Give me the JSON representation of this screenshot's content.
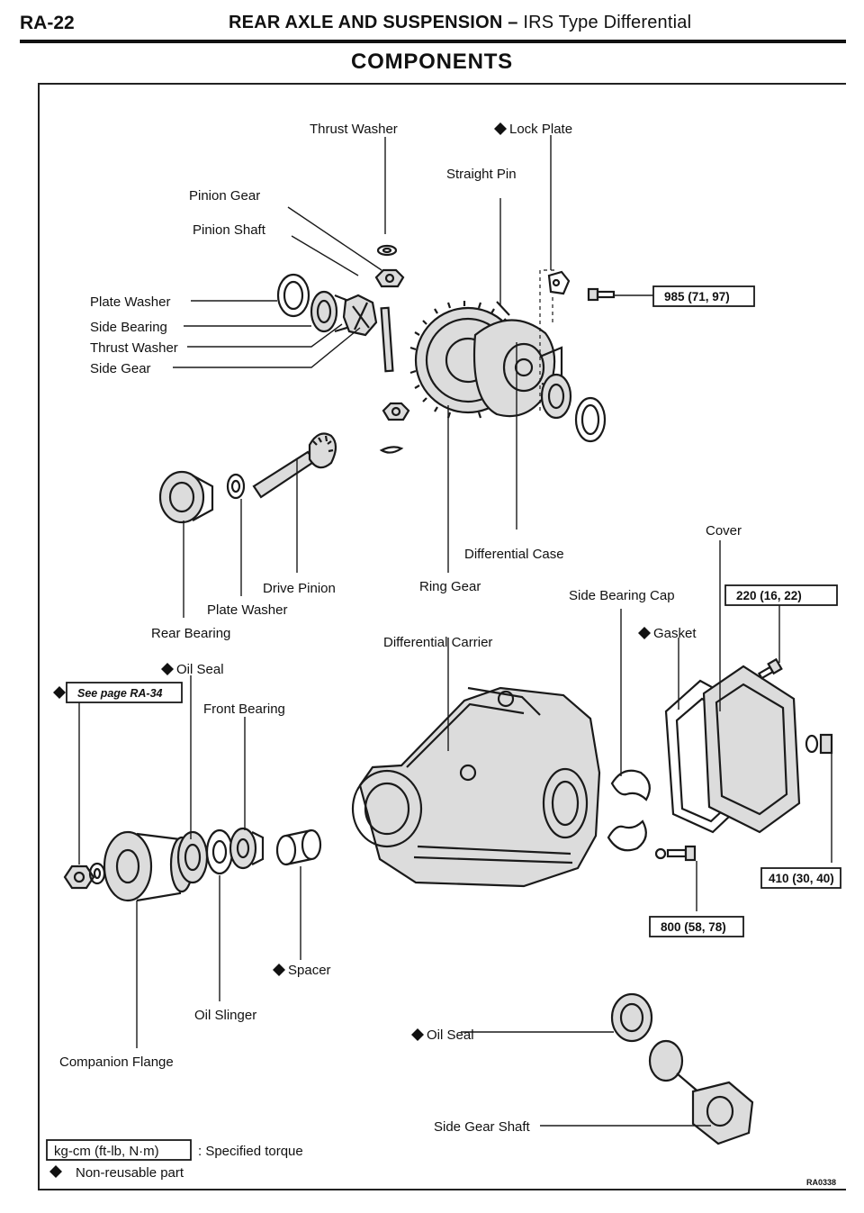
{
  "header": {
    "page_code": "RA-22",
    "title_main": "REAR AXLE AND SUSPENSION",
    "title_separator": "–",
    "title_sub": "IRS Type Differential"
  },
  "section_title": "COMPONENTS",
  "labels": {
    "thrust_washer_top": "Thrust Washer",
    "lock_plate": "Lock Plate",
    "straight_pin": "Straight Pin",
    "pinion_gear": "Pinion Gear",
    "pinion_shaft": "Pinion Shaft",
    "plate_washer_left": "Plate Washer",
    "side_bearing": "Side Bearing",
    "thrust_washer_left": "Thrust Washer",
    "side_gear": "Side Gear",
    "differential_case": "Differential Case",
    "cover": "Cover",
    "drive_pinion": "Drive Pinion",
    "ring_gear": "Ring Gear",
    "side_bearing_cap": "Side Bearing Cap",
    "plate_washer_bottom": "Plate Washer",
    "rear_bearing": "Rear Bearing",
    "differential_carrier": "Differential Carrier",
    "gasket": "Gasket",
    "oil_seal_front": "Oil Seal",
    "front_bearing": "Front Bearing",
    "spacer": "Spacer",
    "oil_slinger": "Oil Slinger",
    "oil_seal_side": "Oil Seal",
    "companion_flange": "Companion Flange",
    "side_gear_shaft": "Side Gear Shaft"
  },
  "torque_specs": {
    "lock_plate_bolt": "985 (71, 97)",
    "cover_bolt": "220 (16, 22)",
    "filler_plug": "410 (30, 40)",
    "bearing_cap_bolt": "800 (58, 78)"
  },
  "see_page": "See page RA-34",
  "legend": {
    "torque_unit": "kg-cm (ft-lb, N·m)",
    "torque_desc": ": Specified torque",
    "nonreusable_desc": "Non-reusable part"
  },
  "photo_code": "RA0338"
}
